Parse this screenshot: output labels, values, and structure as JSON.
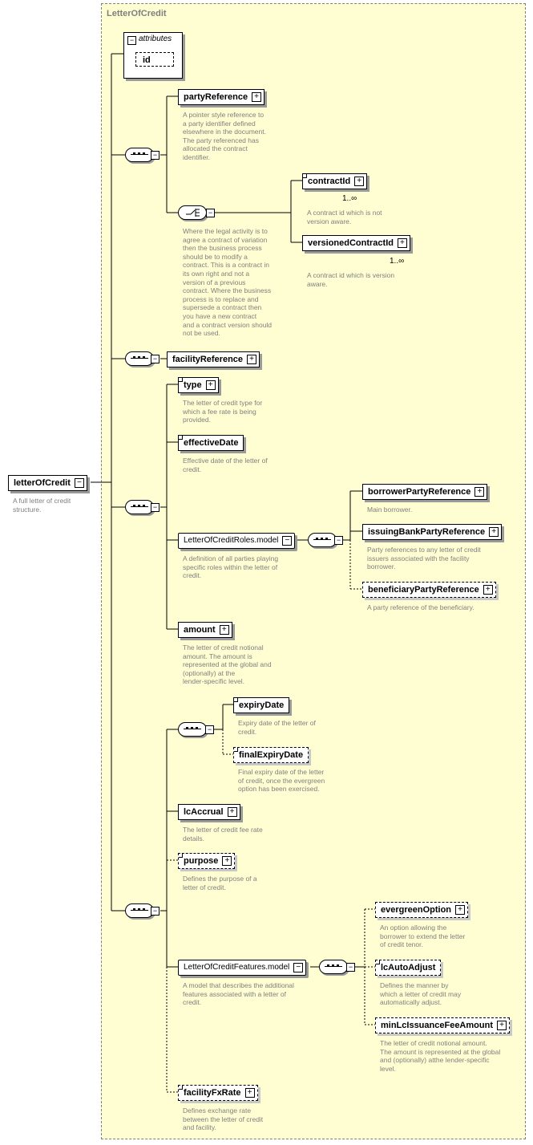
{
  "group": {
    "title": "LetterOfCredit"
  },
  "attributes": {
    "header": "attributes",
    "id_label": "id"
  },
  "elements": {
    "letterOfCredit": {
      "label": "letterOfCredit",
      "desc": "A full letter of credit\nstructure."
    },
    "partyReference": {
      "label": "partyReference",
      "desc": "A pointer style reference to\na party identifier defined\nelsewhere in the document.\nThe party referenced has\nallocated the contract\nidentifier."
    },
    "choice_desc": "Where the legal activity is to\nagree a contract of variation\nthen the business process\nshould be to modify a\ncontract. This is a contract in\nits own right and not a\nversion of a previous\ncontract. Where the business\nprocess is to replace and\nsupersede a contract then\nyou have a new contract\nand a contract version should\nnot be used.",
    "contractId": {
      "label": "contractId",
      "mult": "1..∞",
      "desc": "A contract id which is not\nversion aware."
    },
    "versionedContractId": {
      "label": "versionedContractId",
      "mult": "1..∞",
      "desc": "A contract id which is version\naware."
    },
    "facilityReference": {
      "label": "facilityReference"
    },
    "type": {
      "label": "type",
      "desc": "The letter of credit type for\nwhich a fee rate is being\nprovided."
    },
    "effectiveDate": {
      "label": "effectiveDate",
      "desc": "Effective date of the letter of\ncredit."
    },
    "rolesModel": {
      "label": "LetterOfCreditRoles.model",
      "desc": "A definition of all parties playing\nspecific roles within the letter of\ncredit."
    },
    "borrowerPartyReference": {
      "label": "borrowerPartyReference",
      "desc": "Main borrower."
    },
    "issuingBankPartyReference": {
      "label": "issuingBankPartyReference",
      "desc": "Party references to any letter of credit\nissuers associated with the facility\nborrower."
    },
    "beneficiaryPartyReference": {
      "label": "beneficiaryPartyReference",
      "desc": "A party reference of the beneficiary."
    },
    "amount": {
      "label": "amount",
      "desc": "The letter of credit notional\namount. The amount is\nrepresented at the global and\n(optionally) at the\nlender-specific level."
    },
    "expiryDate": {
      "label": "expiryDate",
      "desc": "Expiry date of the letter of\ncredit."
    },
    "finalExpiryDate": {
      "label": "finalExpiryDate",
      "desc": "Final expiry date of the letter\nof credit, once the evergreen\noption has been exercised."
    },
    "lcAccrual": {
      "label": "lcAccrual",
      "desc": "The letter of credit fee rate\ndetails."
    },
    "purpose": {
      "label": "purpose",
      "desc": "Defines the purpose of a\nletter of credit."
    },
    "featuresModel": {
      "label": "LetterOfCreditFeatures.model",
      "desc": "A model that describes the additional\nfeatures associated with a letter of\ncredit."
    },
    "evergreenOption": {
      "label": "evergreenOption",
      "desc": "An option allowing the\nborrower to extend the letter\nof credit tenor."
    },
    "lcAutoAdjust": {
      "label": "lcAutoAdjust",
      "desc": "Defines the manner by\nwhich a letter of credit may\nautomatically adjust."
    },
    "minLcIssuanceFeeAmount": {
      "label": "minLcIssuanceFeeAmount",
      "desc": "The letter of credit notional amount.\nThe amount is represented at the global\nand (optionally) atthe lender-specific\nlevel."
    },
    "facilityFxRate": {
      "label": "facilityFxRate",
      "desc": "Defines exchange rate\nbetween the letter of credit\nand facility."
    }
  }
}
